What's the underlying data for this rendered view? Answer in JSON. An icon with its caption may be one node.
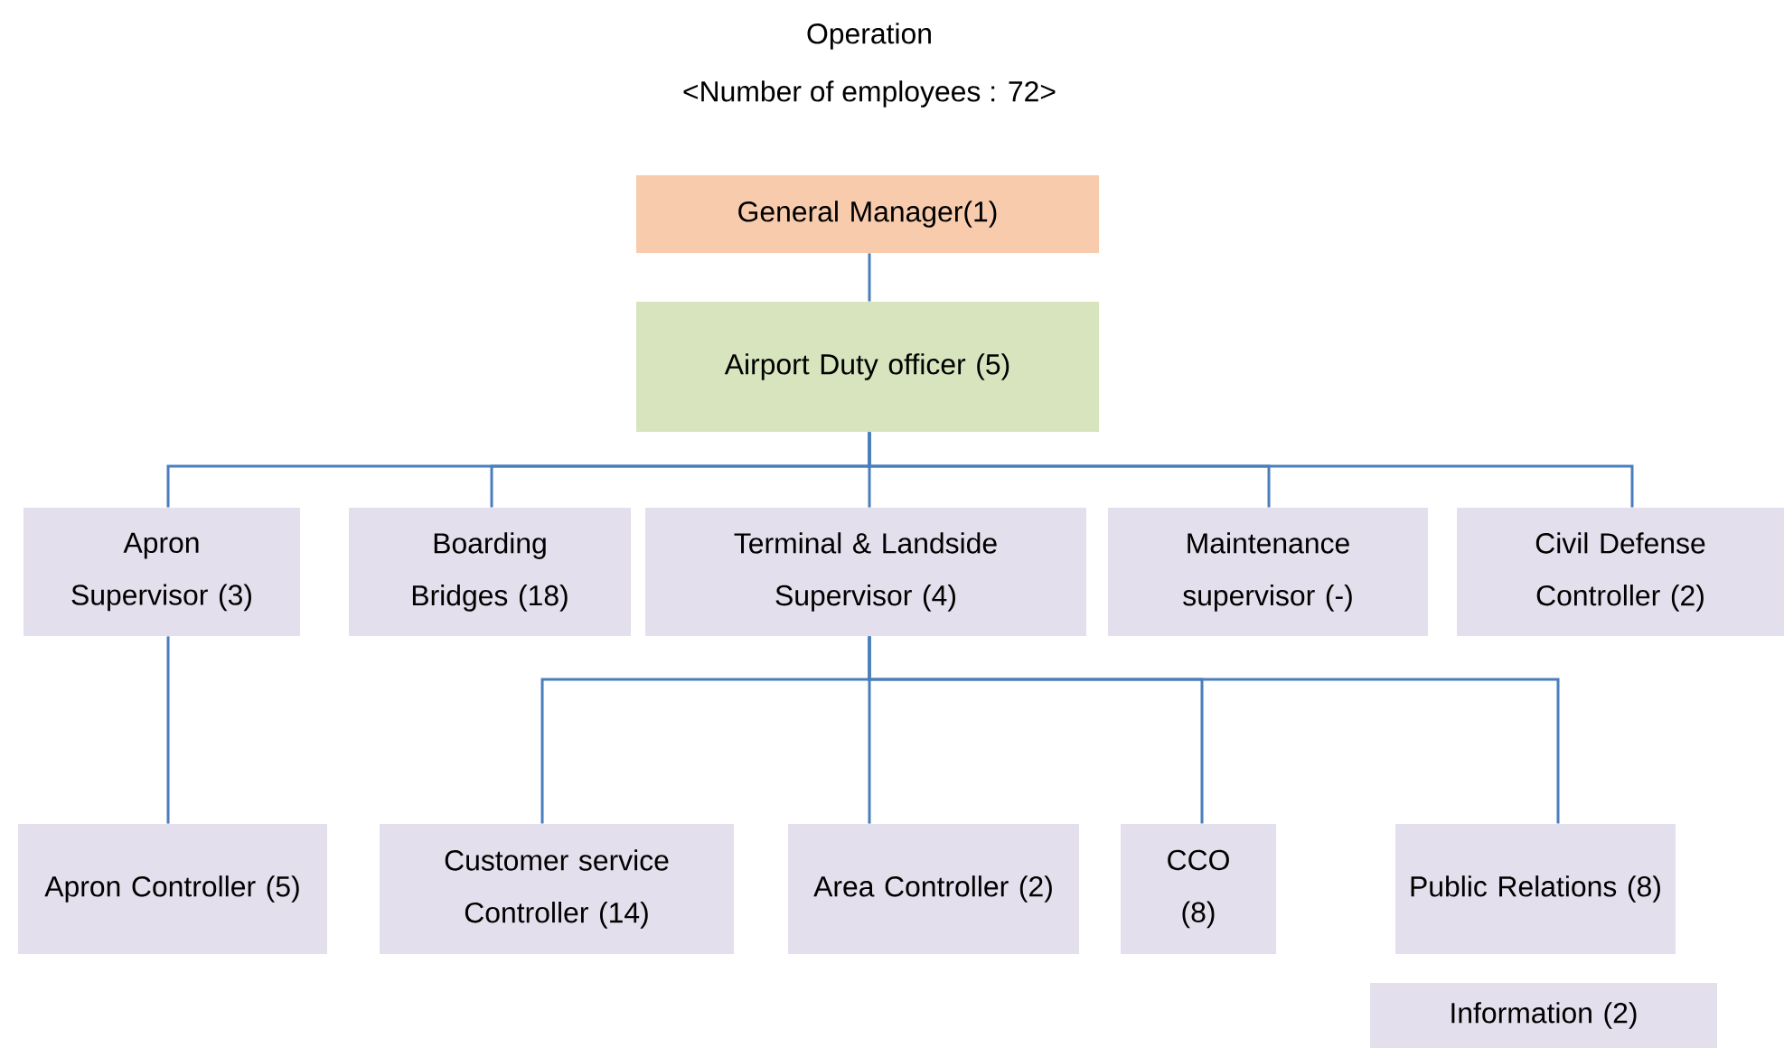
{
  "diagram": {
    "title": "Operation",
    "nodes": [
      {
        "text": [
          "General Manager(1)"
        ]
      },
      {
        "text": [
          "Airport Duty officer (5)"
        ]
      },
      {
        "text": [
          "Apron Supervisor (3)"
        ]
      },
      {
        "text": [
          "Boarding Bridges (18)"
        ]
      },
      {
        "text": [
          "Terminal & Landside Supervisor (4)"
        ]
      },
      {
        "text": [
          "Maintenance supervisor (-)"
        ]
      },
      {
        "text": [
          "Civil Defense Controller (2)"
        ]
      },
      {
        "text": [
          "Apron Controller (5)"
        ]
      },
      {
        "text": [
          "Customer service Controller (14)"
        ]
      },
      {
        "text": [
          "Area Controller (2)"
        ]
      },
      {
        "text": [
          "CCO (8)"
        ]
      },
      {
        "text": [
          "Public Relations (8)"
        ]
      },
      {
        "text": [
          "Information (2)"
        ]
      }
    ],
    "edges": [
      {
        "from": 0,
        "to": 1,
        "arrow": "none"
      },
      {
        "from": 1,
        "to": 2,
        "arrow": "none"
      },
      {
        "from": 1,
        "to": 3,
        "arrow": "none"
      },
      {
        "from": 1,
        "to": 4,
        "arrow": "none"
      },
      {
        "from": 1,
        "to": 5,
        "arrow": "none"
      },
      {
        "from": 1,
        "to": 6,
        "arrow": "none"
      },
      {
        "from": 2,
        "to": 7,
        "arrow": "none"
      },
      {
        "from": 4,
        "to": 8,
        "arrow": "none"
      },
      {
        "from": 4,
        "to": 9,
        "arrow": "none"
      },
      {
        "from": 4,
        "to": 10,
        "arrow": "none"
      },
      {
        "from": 4,
        "to": 11,
        "arrow": "none"
      }
    ],
    "labels": [
      "<Number of employees : 72>"
    ]
  }
}
